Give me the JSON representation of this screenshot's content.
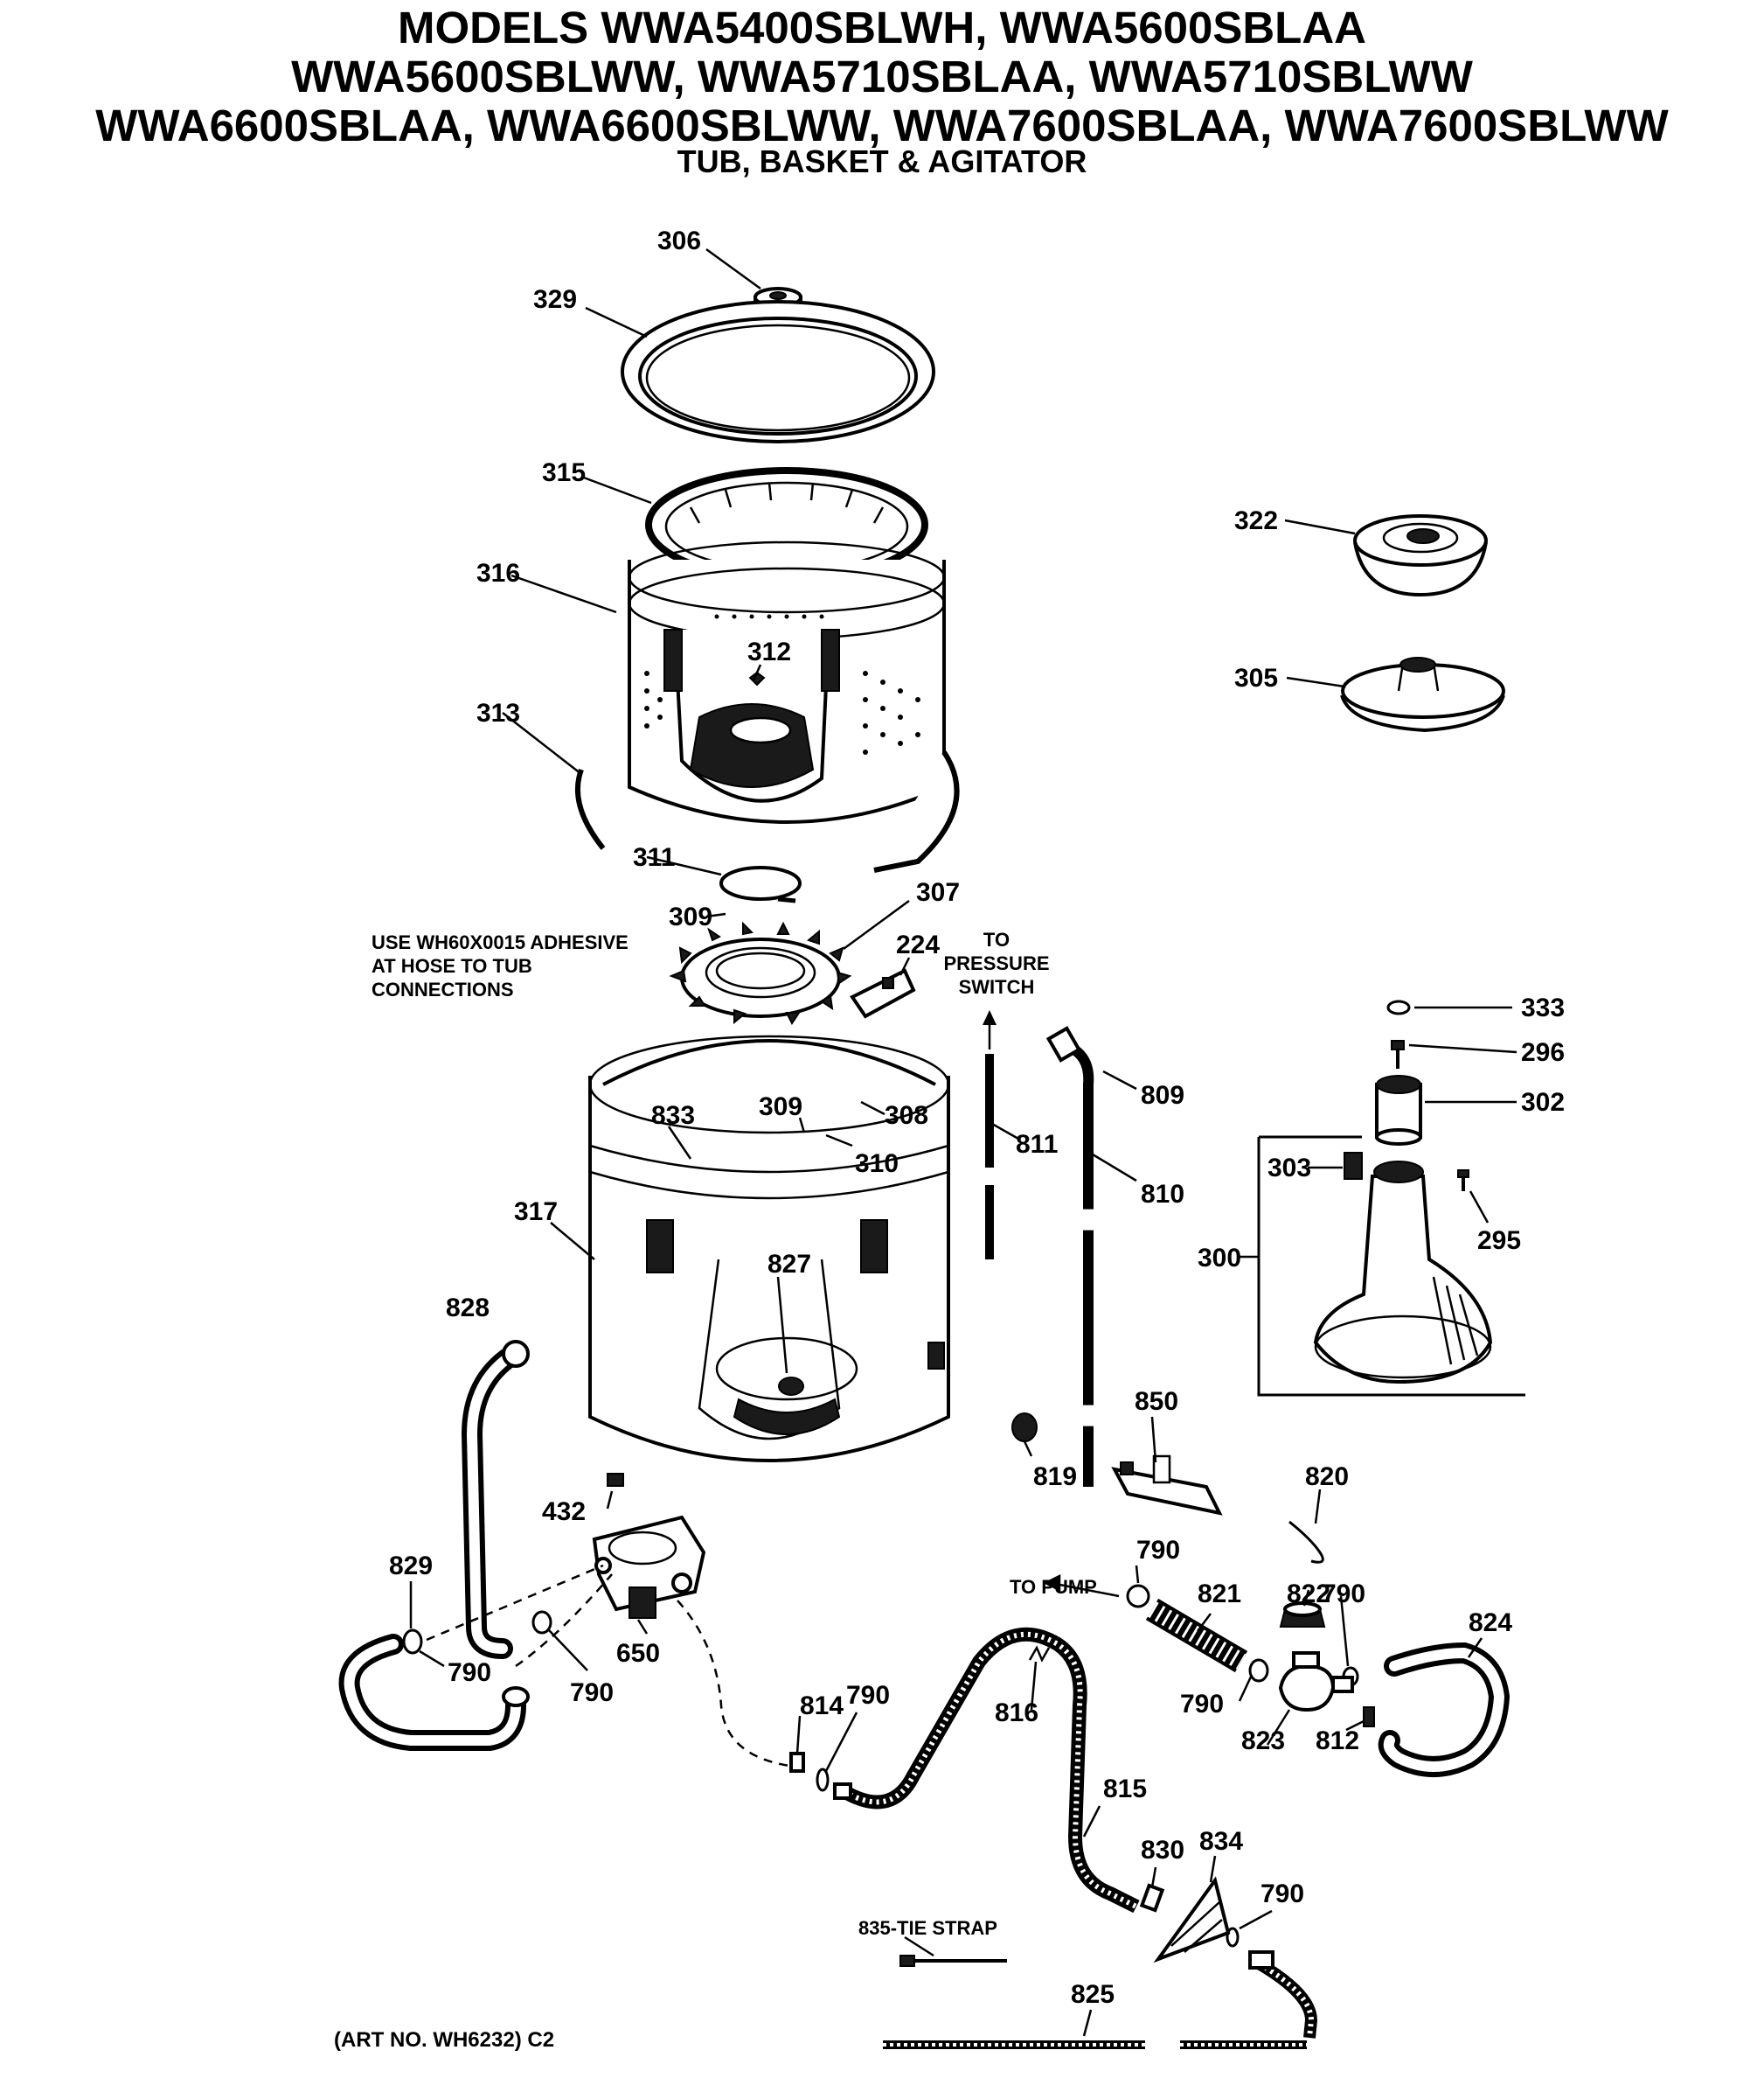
{
  "header": {
    "line1": "MODELS WWA5400SBLWH, WWA5600SBLAA",
    "line2": "WWA5600SBLWW, WWA5710SBLAA, WWA5710SBLWW",
    "line3": "WWA6600SBLAA, WWA6600SBLWW, WWA7600SBLAA, WWA7600SBLWW",
    "subtitle": "TUB, BASKET & AGITATOR"
  },
  "notes": {
    "adhesive": [
      "USE WH60X0015 ADHESIVE",
      "AT HOSE TO TUB",
      "CONNECTIONS"
    ],
    "pressure": [
      "TO",
      "PRESSURE",
      "SWITCH"
    ],
    "to_pump": "TO PUMP",
    "tie_strap": "835-TIE STRAP",
    "art_no": "(ART NO. WH6232) C2"
  },
  "callouts": {
    "c306": "306",
    "c329": "329",
    "c315": "315",
    "c316": "316",
    "c312": "312",
    "c313": "313",
    "c311": "311",
    "c309a": "309",
    "c307": "307",
    "c224": "224",
    "c833": "833",
    "c309b": "309",
    "c308": "308",
    "c310": "310",
    "c317": "317",
    "c827": "827",
    "c828": "828",
    "c811": "811",
    "c809": "809",
    "c810": "810",
    "c322": "322",
    "c305": "305",
    "c333": "333",
    "c296": "296",
    "c302": "302",
    "c303": "303",
    "c295": "295",
    "c300": "300",
    "c850": "850",
    "c819": "819",
    "c820": "820",
    "c432": "432",
    "c829": "829",
    "c790a": "790",
    "c790b": "790",
    "c650": "650",
    "c814": "814",
    "c790c": "790",
    "c816": "816",
    "c815": "815",
    "c790d": "790",
    "c821": "821",
    "c822": "822",
    "c790e": "790",
    "c790f": "790",
    "c823": "823",
    "c812": "812",
    "c824": "824",
    "c830": "830",
    "c834": "834",
    "c790g": "790",
    "c825": "825"
  }
}
